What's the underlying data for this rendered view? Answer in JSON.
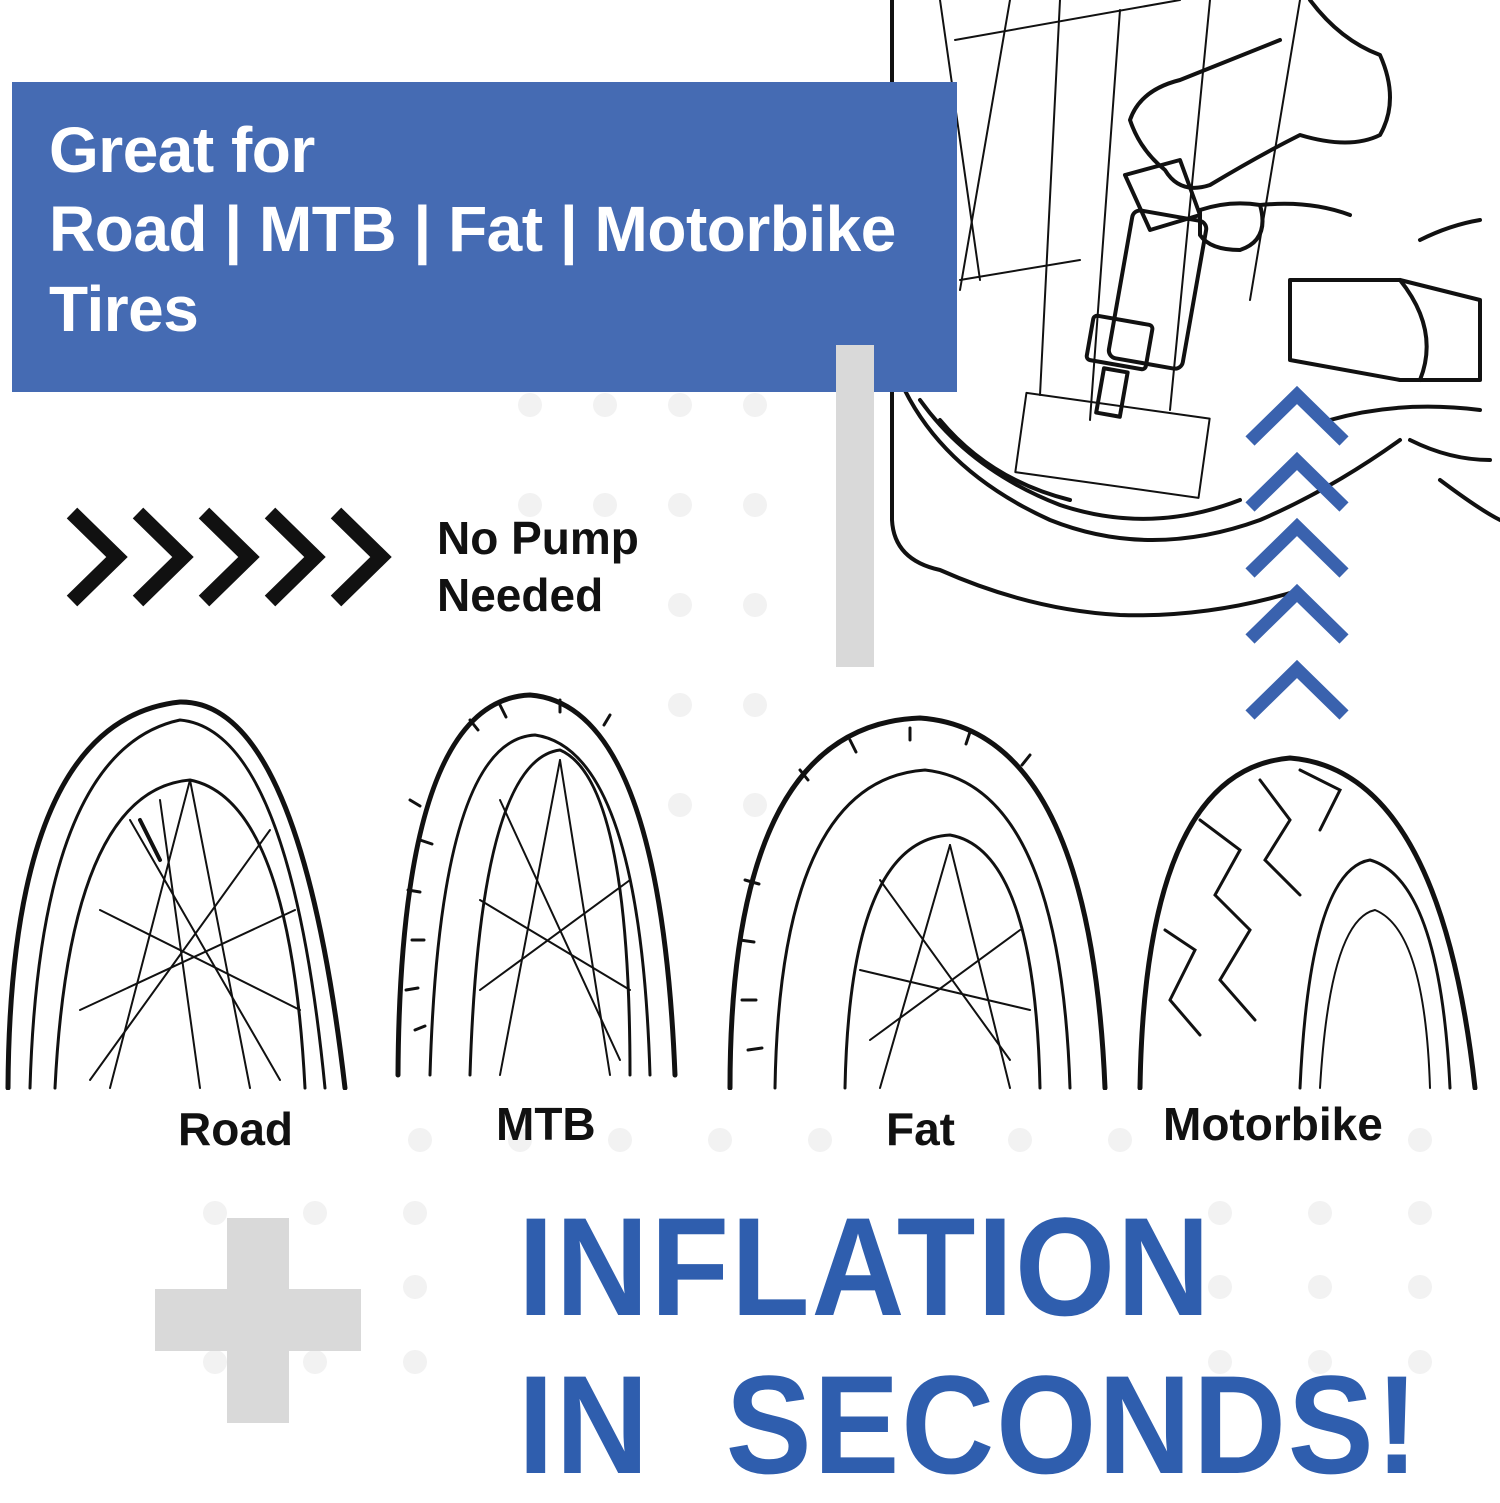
{
  "colors": {
    "brand_blue": "#456bb3",
    "headline_blue": "#2f5eae",
    "light_gray": "#d9d9d9",
    "ink": "#111111"
  },
  "banner": {
    "line1": "Great for",
    "line2": "Road | MTB | Fat | Motorbike",
    "line3": "Tires"
  },
  "feature": {
    "line1": "No Pump",
    "line2": "Needed"
  },
  "tires": [
    {
      "label": "Road",
      "icon": "road-bike-wheel-icon"
    },
    {
      "label": "MTB",
      "icon": "mtb-wheel-icon"
    },
    {
      "label": "Fat",
      "icon": "fat-bike-wheel-icon"
    },
    {
      "label": "Motorbike",
      "icon": "motorbike-wheel-icon"
    }
  ],
  "headline": {
    "line1": "INFLATION",
    "line2": "IN  SECONDS!"
  }
}
